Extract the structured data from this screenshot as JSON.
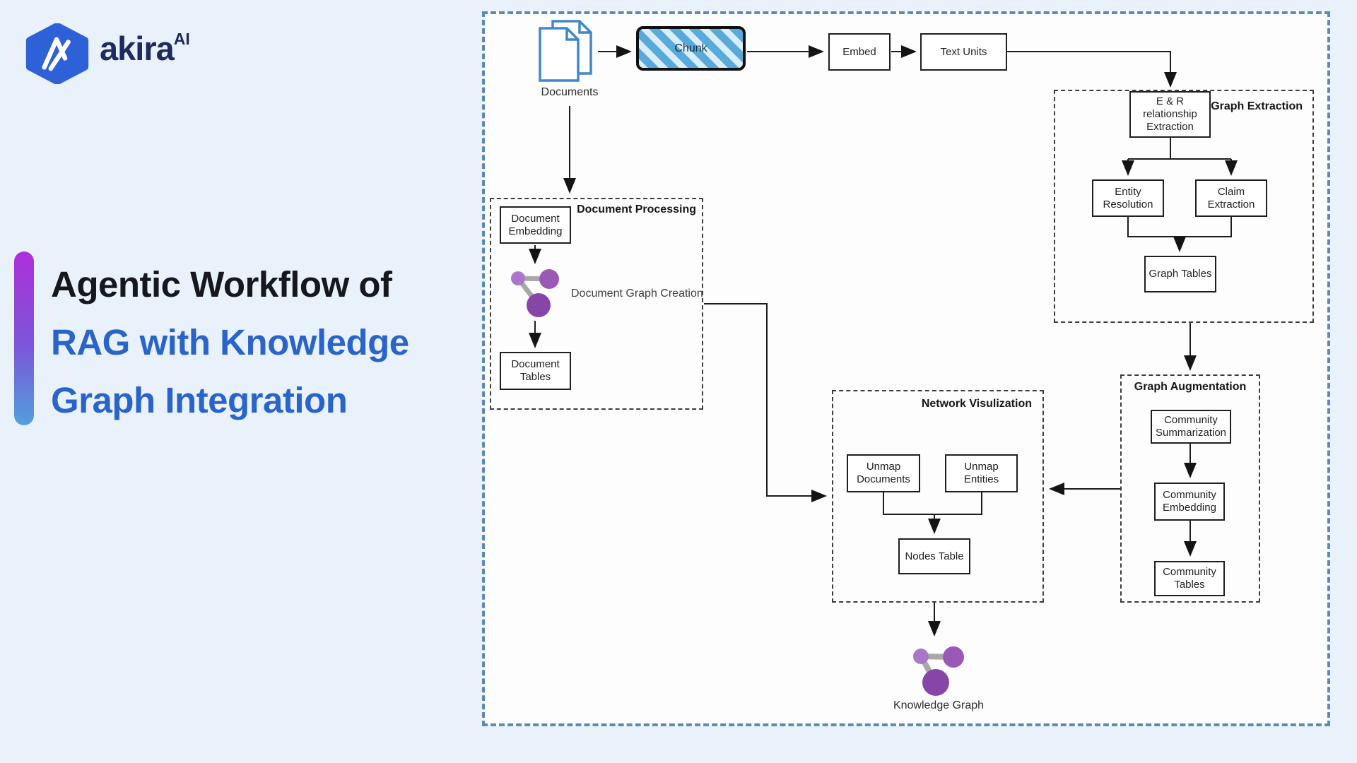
{
  "logo": {
    "brand": "akira",
    "suffix": "AI",
    "hex_color": "#2e60d8",
    "text_color": "#1d2b5f"
  },
  "title": {
    "line1": "Agentic Workflow of",
    "line2": "RAG with Knowledge",
    "line3": "Graph Integration",
    "line1_color": "#16181d",
    "accent_color": "#2a64c8",
    "bar_gradient": [
      "#ae2fd8",
      "#53a0dd"
    ]
  },
  "diagram": {
    "top_flow": {
      "documents_label": "Documents",
      "chunk": "Chunk",
      "embed": "Embed",
      "text_units": "Text Units",
      "chunk_stripe_colors": [
        "#d9eef8",
        "#57aada"
      ],
      "documents_icon_color": "#3f88c9"
    },
    "document_processing": {
      "label": "Document Processing",
      "document_embedding": "Document Embedding",
      "graph_creation_label": "Document Graph Creation",
      "document_tables": "Document Tables"
    },
    "graph_extraction": {
      "label": "Graph Extraction",
      "er_extraction": "E & R relationship Extraction",
      "entity_resolution": "Entity Resolution",
      "claim_extraction": "Claim Extraction",
      "graph_tables": "Graph Tables"
    },
    "graph_augmentation": {
      "label": "Graph Augmentation",
      "community_summarization": "Community Summarization",
      "community_embedding": "Community Embedding",
      "community_tables": "Community Tables"
    },
    "network_visualization": {
      "label": "Network Visulization",
      "unmap_documents": "Unmap Documents",
      "unmap_entities": "Unmap Entities",
      "nodes_table": "Nodes Table"
    },
    "knowledge_graph_label": "Knowledge Graph",
    "graph_icon_colors": [
      "#aa77c8",
      "#9b59b6",
      "#8745a8"
    ],
    "outer_border_color": "#5e88ba"
  }
}
